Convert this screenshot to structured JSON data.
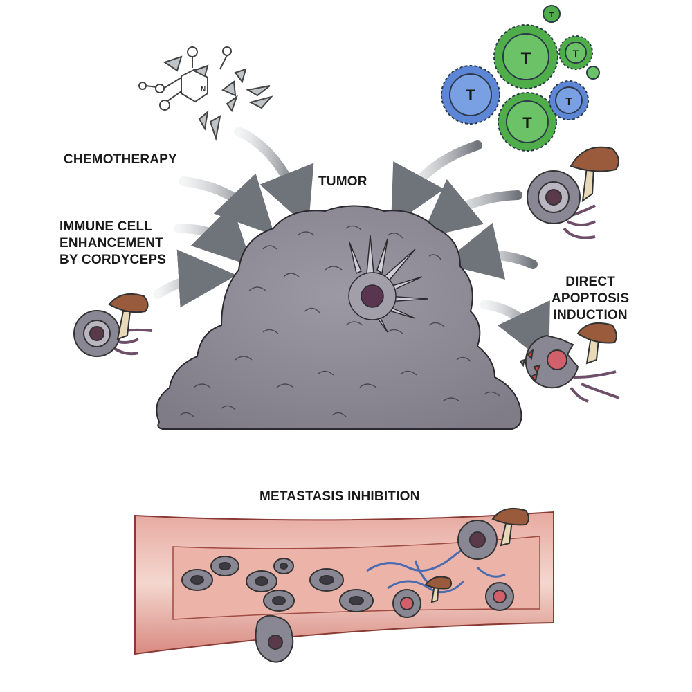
{
  "labels": {
    "chemotherapy": "CHEMOTHERAPY",
    "tumor": "TUMOR",
    "immune_line1": "IMMUNE CELL",
    "immune_line2": "ENHANCEMENT",
    "immune_line3": "BY CORDYCEPS",
    "apoptosis_line1": "DIRECT",
    "apoptosis_line2": "APOPTOSIS",
    "apoptosis_line3": "INDUCTION",
    "metastasis": "METASTASIS INHIBITION"
  },
  "t_cell_label": "T",
  "molecule_atom_label": "N",
  "colors": {
    "tumor": "#8e8b96",
    "t_cell_blue": "#5d86d6",
    "t_cell_green": "#4fae4a",
    "mushroom_cap": "#9a5a3c",
    "vessel": "#c9756c",
    "arrow": "#7d8188"
  }
}
